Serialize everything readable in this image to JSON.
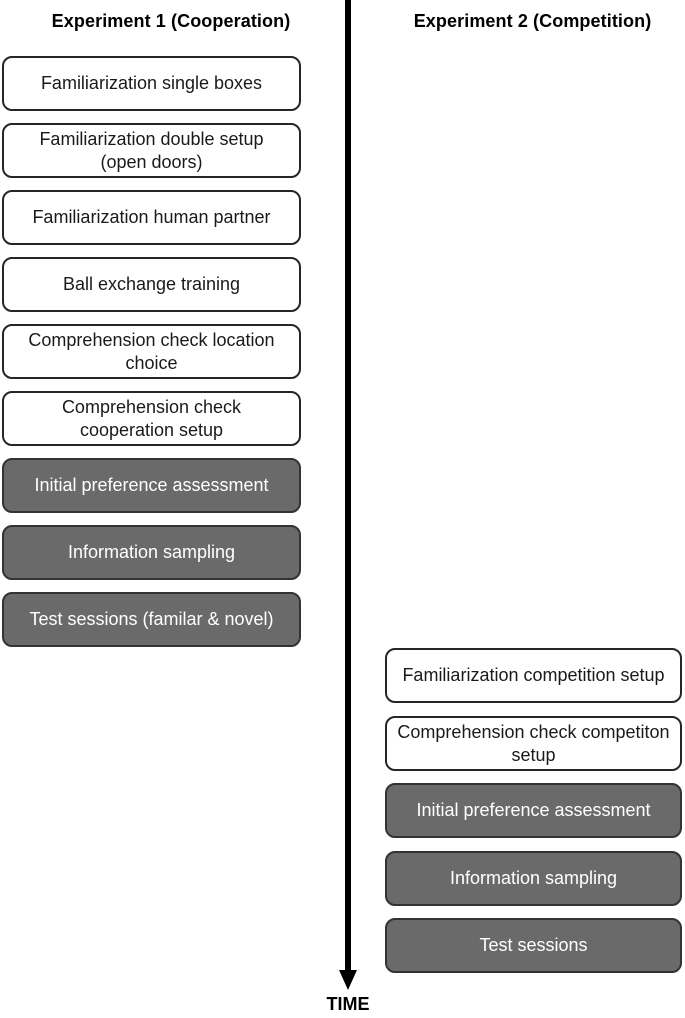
{
  "figure": {
    "timeline_label": "TIME",
    "colors": {
      "box_light_bg": "#ffffff",
      "box_dark_bg": "#6a6a6a",
      "box_light_border": "#262626",
      "box_dark_border": "#333333",
      "text_dark": "#1a1a1a",
      "text_light": "#ffffff",
      "arrow": "#000000"
    }
  },
  "columns": [
    {
      "id": "experiment-1",
      "title": "Experiment 1 (Cooperation)",
      "boxes": [
        {
          "label": "Familiarization single boxes",
          "variant": "light"
        },
        {
          "label": "Familiarization double setup (open doors)",
          "variant": "light"
        },
        {
          "label": "Familiarization human partner",
          "variant": "light"
        },
        {
          "label": "Ball exchange training",
          "variant": "light"
        },
        {
          "label": "Comprehension check location choice",
          "variant": "light"
        },
        {
          "label": "Comprehension check cooperation setup",
          "variant": "light"
        },
        {
          "label": "Initial preference assessment",
          "variant": "dark"
        },
        {
          "label": "Information sampling",
          "variant": "dark"
        },
        {
          "label": "Test sessions (familar & novel)",
          "variant": "dark"
        }
      ]
    },
    {
      "id": "experiment-2",
      "title": "Experiment 2 (Competition)",
      "boxes": [
        {
          "label": "Familiarization competition setup",
          "variant": "light"
        },
        {
          "label": "Comprehension check competiton setup",
          "variant": "light"
        },
        {
          "label": "Initial preference assessment",
          "variant": "dark"
        },
        {
          "label": "Information sampling",
          "variant": "dark"
        },
        {
          "label": "Test sessions",
          "variant": "dark"
        }
      ]
    }
  ]
}
